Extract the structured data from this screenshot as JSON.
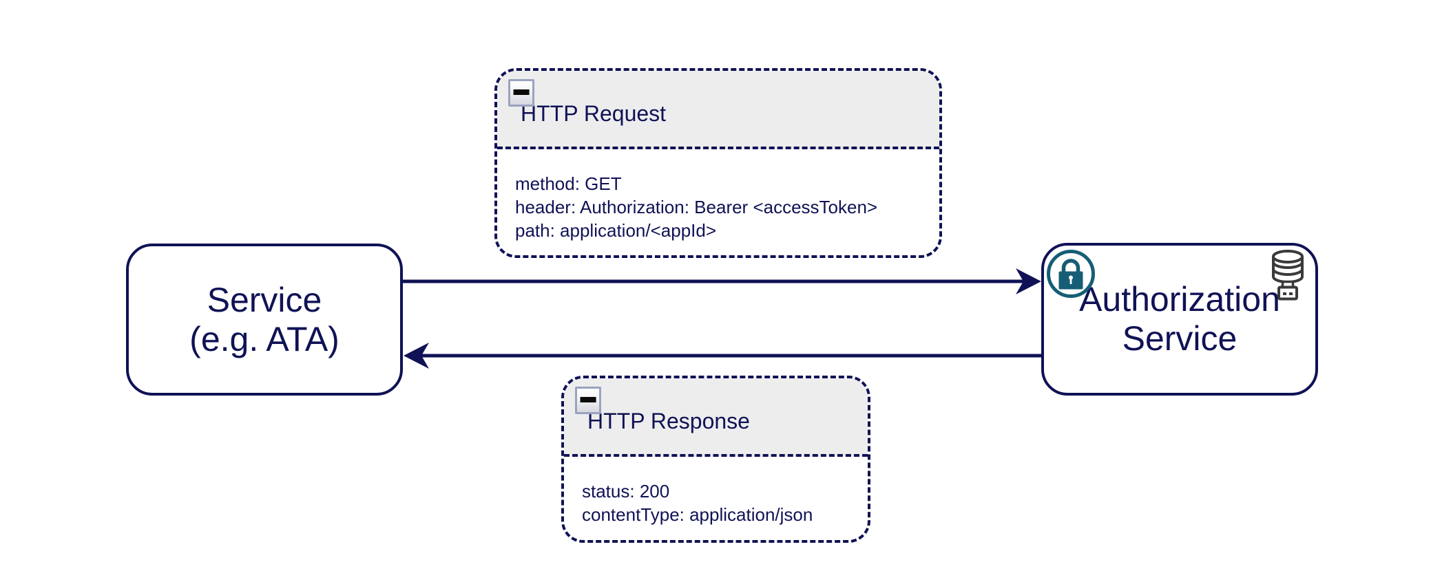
{
  "service_node": {
    "label_line1": "Service",
    "label_line2": "(e.g. ATA)"
  },
  "auth_node": {
    "label_line1": "Authorization",
    "label_line2": "Service"
  },
  "request_note": {
    "title": "HTTP Request",
    "collapse_glyph": "−",
    "lines": [
      "method: GET",
      "header: Authorization: Bearer <accessToken>",
      "path: application/<appId>"
    ]
  },
  "response_note": {
    "title": "HTTP Response",
    "collapse_glyph": "−",
    "lines": [
      "status: 200",
      "contentType: application/json"
    ]
  },
  "icons": {
    "auth_badge": "lock-icon",
    "auth_datastore": "database-icon",
    "note_collapse": "minus-icon"
  },
  "colors": {
    "navy": "#101255",
    "teal": "#155E75",
    "note_header_bg": "#EDEDEE",
    "database_icon_gray": "#3A3A3A",
    "collapse_button_border": "#9AA3BE",
    "canvas_bg": "#FFFFFF"
  },
  "connectors": {
    "request_arrow": "service to authorization-service",
    "response_arrow": "authorization-service to service"
  }
}
